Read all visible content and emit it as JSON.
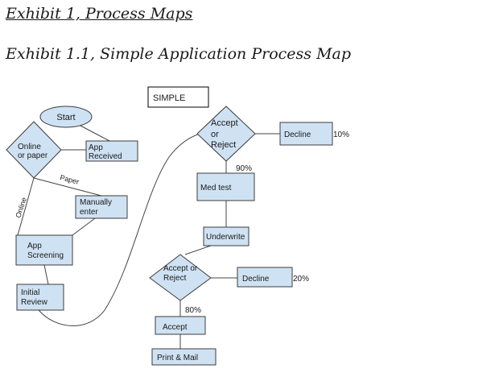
{
  "headings": {
    "exhibit": "Exhibit 1, Process Maps",
    "subtitle": "Exhibit 1.1, Simple Application Process Map"
  },
  "diagram": {
    "simple_label": "SIMPLE",
    "start": "Start",
    "online_or_paper": [
      "Online",
      "or paper"
    ],
    "app_received": [
      "App",
      "Received"
    ],
    "manually_enter": [
      "Manually",
      "enter"
    ],
    "app_screening": [
      "App",
      "Screening"
    ],
    "initial_review": [
      "Initial",
      "Review"
    ],
    "accept_or_reject_1": [
      "Accept",
      "or",
      "Reject"
    ],
    "decline_1": "Decline",
    "decline_1_pct": "10%",
    "accept_1_pct": "90%",
    "med_test": "Med test",
    "underwrite": "Underwrite",
    "accept_or_reject_2": [
      "Accept or",
      "Reject"
    ],
    "decline_2": "Decline",
    "decline_2_pct": "20%",
    "accept_2_pct": "80%",
    "accept": "Accept",
    "print_and_mail": "Print & Mail",
    "edge_paper": "Paper",
    "edge_online": "Online"
  },
  "colors": {
    "shape_fill": "#cfe2f3",
    "shape_stroke": "#3c3c3c"
  }
}
